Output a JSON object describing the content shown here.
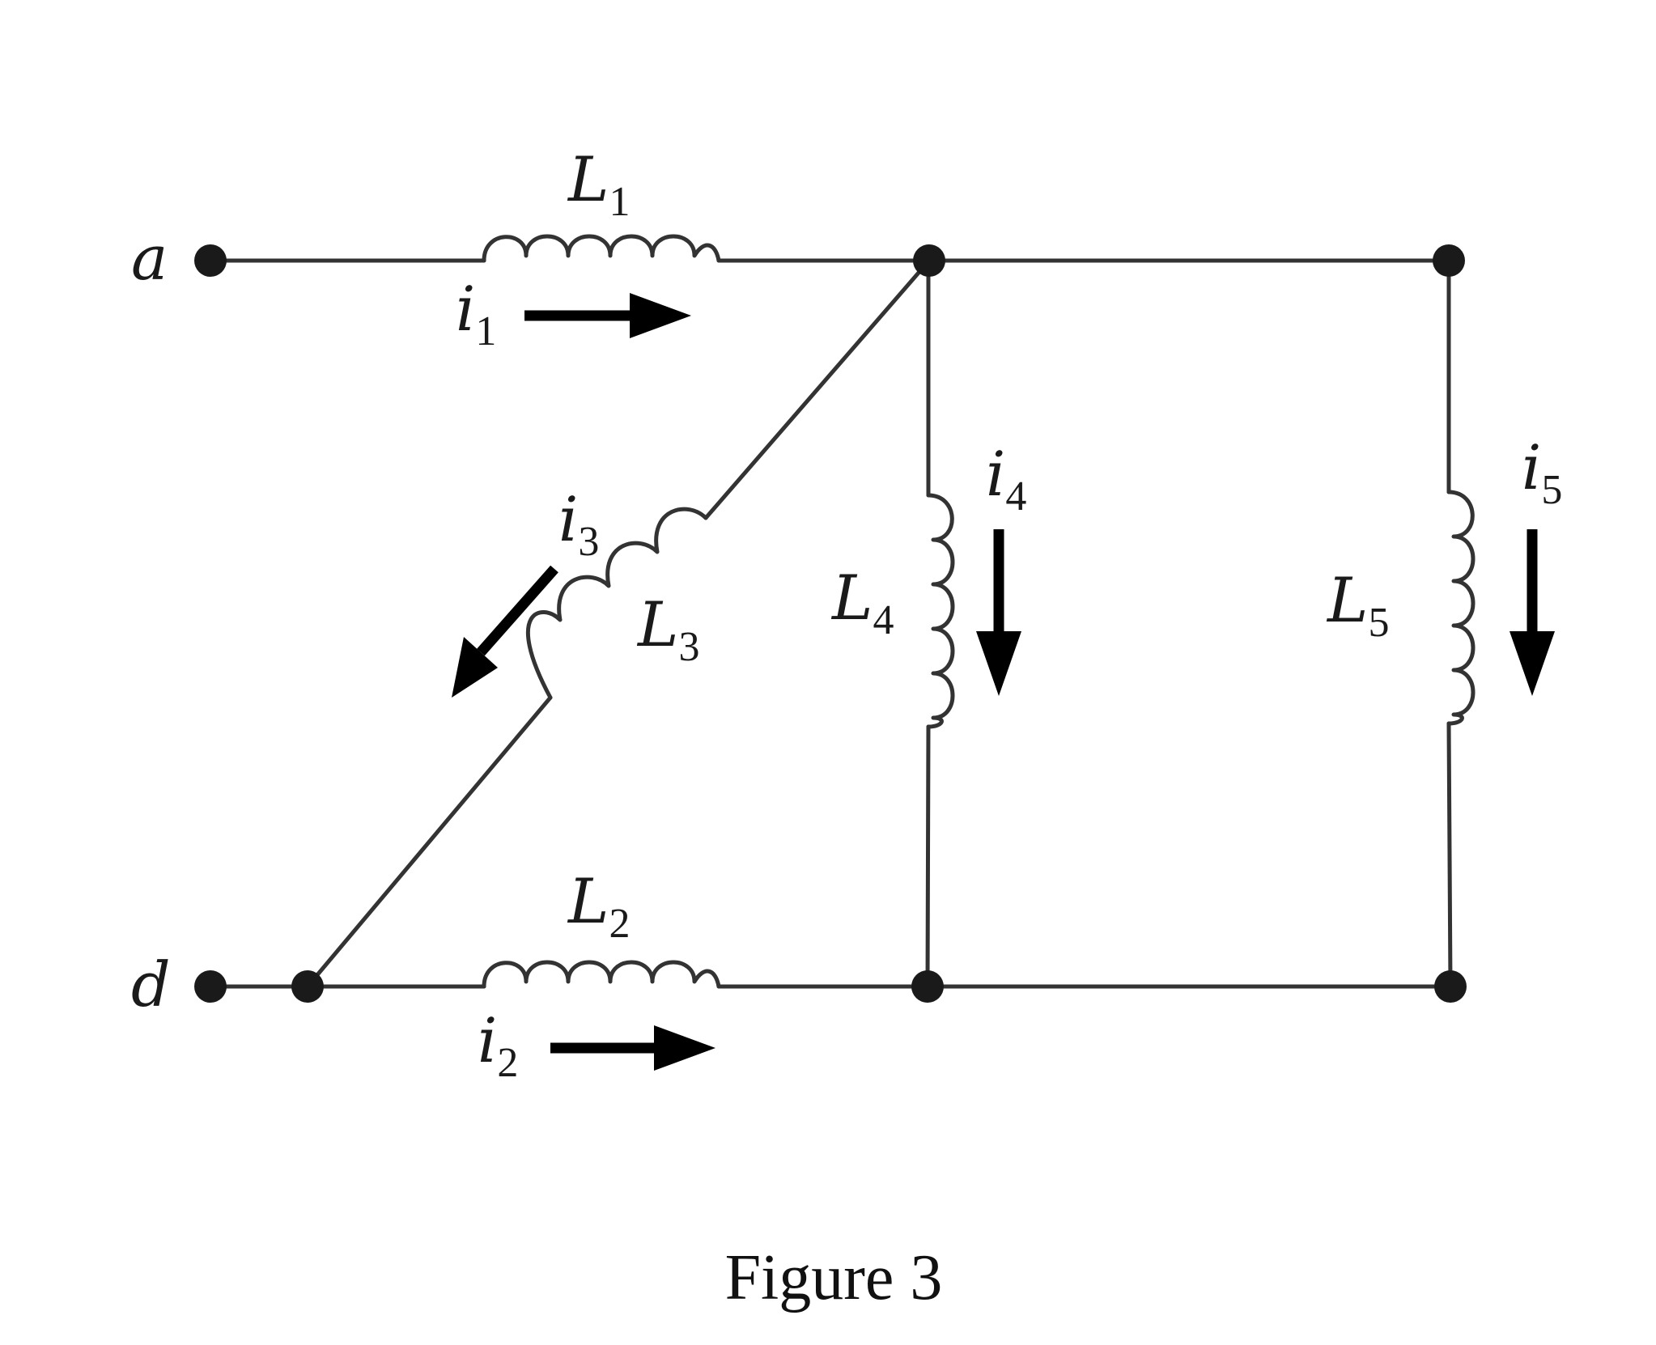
{
  "terminals": {
    "top": "a",
    "bottom": "d"
  },
  "inductors": {
    "L1": {
      "symbol": "L",
      "sub": "1"
    },
    "L2": {
      "symbol": "L",
      "sub": "2"
    },
    "L3": {
      "symbol": "L",
      "sub": "3"
    },
    "L4": {
      "symbol": "L",
      "sub": "4"
    },
    "L5": {
      "symbol": "L",
      "sub": "5"
    }
  },
  "currents": {
    "i1": {
      "symbol": "i",
      "sub": "1"
    },
    "i2": {
      "symbol": "i",
      "sub": "2"
    },
    "i3": {
      "symbol": "i",
      "sub": "3"
    },
    "i4": {
      "symbol": "i",
      "sub": "4"
    },
    "i5": {
      "symbol": "i",
      "sub": "5"
    }
  },
  "caption": "Figure 3"
}
